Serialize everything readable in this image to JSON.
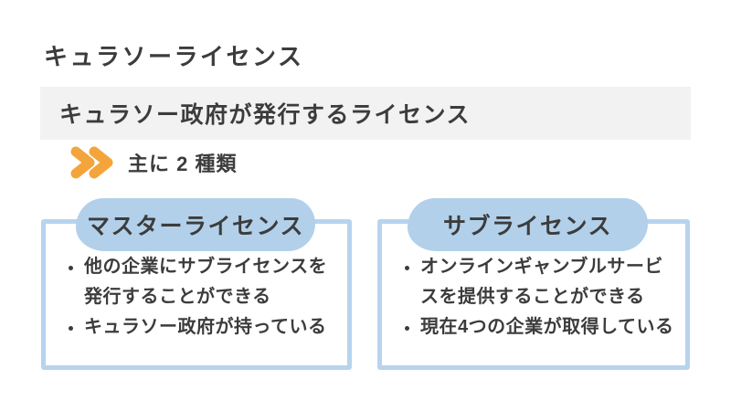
{
  "page": {
    "title": "キュラソーライセンス",
    "banner": "キュラソー政府が発行するライセンス",
    "subtitle": "主に 2 種類"
  },
  "cards": [
    {
      "header": "マスターライセンス",
      "bullets": [
        "他の企業にサブライセンスを\n発行することができる",
        "キュラソー政府が持っている"
      ]
    },
    {
      "header": "サブライセンス",
      "bullets": [
        "オンラインギャンブルサービ\nスを提供することができる",
        "現在4つの企業が取得している"
      ]
    }
  ],
  "icons": {
    "double_chevron": "double-chevron-right"
  },
  "colors": {
    "accent_orange": "#f3a53b",
    "pill_blue": "#b2d0ea",
    "card_border_blue": "#b7d3ee",
    "banner_gray": "#f2f2f2",
    "text": "#3c3c3c",
    "background": "#ffffff"
  }
}
